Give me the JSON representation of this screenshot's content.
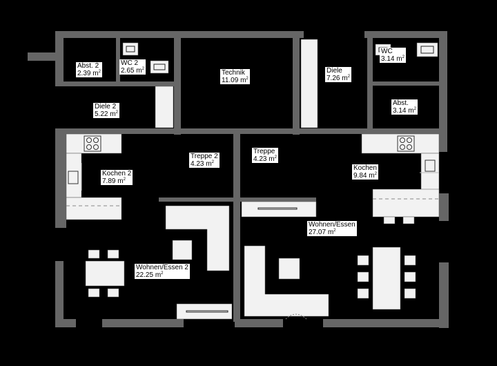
{
  "rooms": [
    {
      "name": "Abst. 2",
      "area": "2.39",
      "unit": "m"
    },
    {
      "name": "WC 2",
      "area": "2.65",
      "unit": "m"
    },
    {
      "name": "Technik",
      "area": "11.09",
      "unit": "m"
    },
    {
      "name": "Diele",
      "area": "7.26",
      "unit": "m"
    },
    {
      "name": "WC",
      "area": "3.14",
      "unit": "m"
    },
    {
      "name": "Abst.",
      "area": "3.14",
      "unit": "m"
    },
    {
      "name": "Diele 2",
      "area": "5.22",
      "unit": "m"
    },
    {
      "name": "Treppe 2",
      "area": "4.23",
      "unit": "m"
    },
    {
      "name": "Treppe",
      "area": "4.23",
      "unit": "m"
    },
    {
      "name": "Kochen 2",
      "area": "7.89",
      "unit": "m"
    },
    {
      "name": "Kochen",
      "area": "9.84",
      "unit": "m"
    },
    {
      "name": "Wohnen/Essen",
      "area": "27.07",
      "unit": "m"
    },
    {
      "name": "Wohnen/Essen 2",
      "area": "22.25",
      "unit": "m"
    }
  ],
  "colors": {
    "background": "#000000",
    "wall": "#666666",
    "fixture": "#f2f2f2",
    "fixture_outline": "#555555"
  }
}
